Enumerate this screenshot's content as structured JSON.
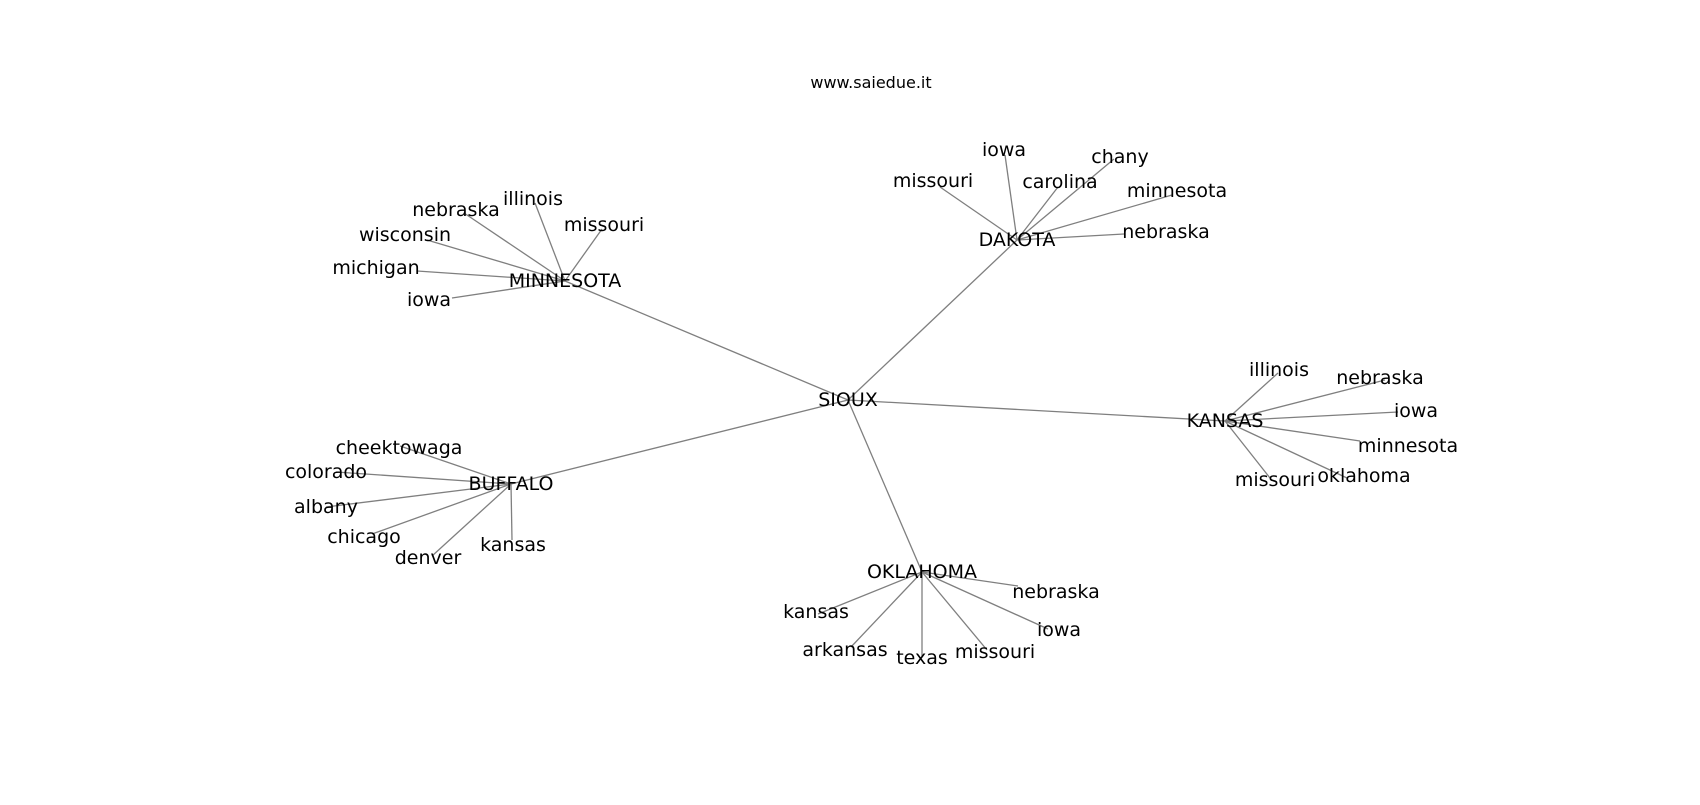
{
  "header": {
    "title": "www.saiedue.it"
  },
  "colors": {
    "edge": "#7f7f7f",
    "text": "#000000",
    "background": "#ffffff"
  },
  "graph": {
    "root": "SIOUX",
    "hubs": [
      {
        "id": "MINNESOTA",
        "leaves": [
          "nebraska",
          "illinois",
          "missouri",
          "wisconsin",
          "michigan",
          "iowa"
        ]
      },
      {
        "id": "DAKOTA",
        "leaves": [
          "iowa",
          "missouri",
          "carolina",
          "chany",
          "minnesota",
          "nebraska"
        ]
      },
      {
        "id": "KANSAS",
        "leaves": [
          "illinois",
          "nebraska",
          "iowa",
          "minnesota",
          "missouri",
          "oklahoma"
        ]
      },
      {
        "id": "BUFFALO",
        "leaves": [
          "cheektowaga",
          "colorado",
          "albany",
          "chicago",
          "denver",
          "kansas"
        ]
      },
      {
        "id": "OKLAHOMA",
        "leaves": [
          "nebraska",
          "kansas",
          "iowa",
          "arkansas",
          "texas",
          "missouri"
        ]
      }
    ]
  }
}
